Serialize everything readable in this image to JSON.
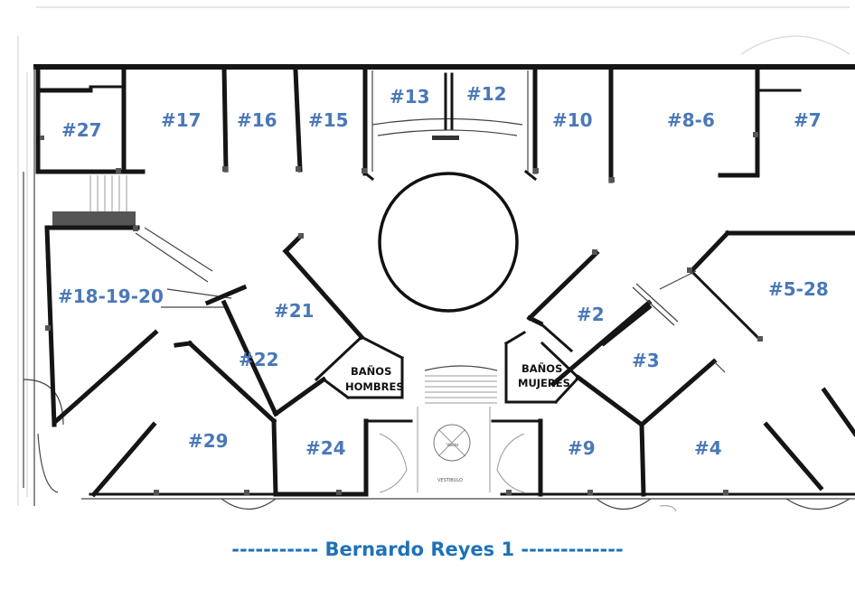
{
  "plan": {
    "units": [
      "#27",
      "#17",
      "#16",
      "#15",
      "#13",
      "#12",
      "#10",
      "#8-6",
      "#7",
      "#18-19-20",
      "#21",
      "#2",
      "#5-28",
      "#22",
      "#3",
      "#29",
      "#24",
      "#9",
      "#4"
    ],
    "restrooms": {
      "men": [
        "BAÑOS",
        "HOMBRES"
      ],
      "women": [
        "BAÑOS",
        "MUJERES"
      ]
    },
    "center_labels": [
      "Vacio",
      "VESTIBULO"
    ],
    "title": "----------- Bernardo Reyes 1 -------------",
    "colors": {
      "unit_label": "#4a78b8",
      "title": "#1f72b8",
      "wall": "#151515"
    }
  }
}
